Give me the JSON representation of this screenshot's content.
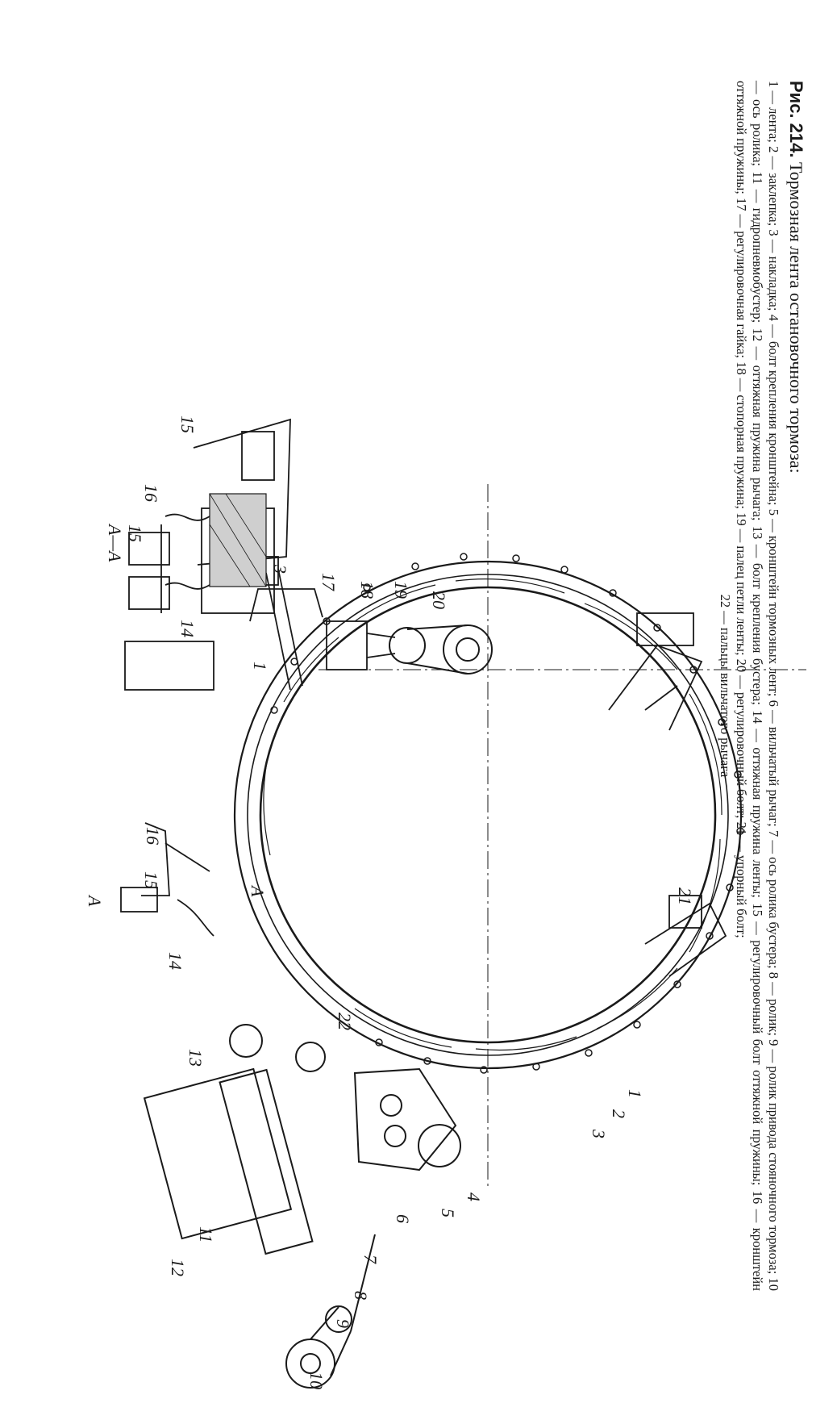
{
  "caption": {
    "fig_no": "Рис. 214.",
    "title": "Тормозная лента остановочного тормоза:",
    "legend": "1 — лента; 2 — заклепка; 3 — накладка; 4 — болт крепления кронштейна; 5 — кронштейн тормозных лент; 6 — вильчатый рычаг; 7 — ось ролика бустера; 8 — ролик; 9 — ролик привода стояночного тормоза; 10 — ось ролика; 11 — гидропневмобустер; 12 — оттяжная пружина рычага; 13 — болт крепления бустера; 14 — оттяжная пружина ленты; 15 — регулировочный болт оттяжной пружины; 16 — кронштейн оттяжной пружины; 17 — регулировочная гайка; 18 — стопорная пружина; 19 — палец петли ленты; 20 — регулировочный болт; 21 — упорный болт;",
    "legend_tail": "22 — пальцы вильчатого рычага"
  },
  "section_label": "А—А",
  "section_marks": [
    "А",
    "А"
  ],
  "callouts": [
    "1",
    "2",
    "3",
    "4",
    "5",
    "6",
    "7",
    "8",
    "9",
    "10",
    "11",
    "12",
    "13",
    "14",
    "15",
    "16",
    "17",
    "18",
    "19",
    "20",
    "21",
    "22"
  ],
  "detail_callouts": [
    "1",
    "3",
    "14",
    "15",
    "15",
    "16"
  ]
}
